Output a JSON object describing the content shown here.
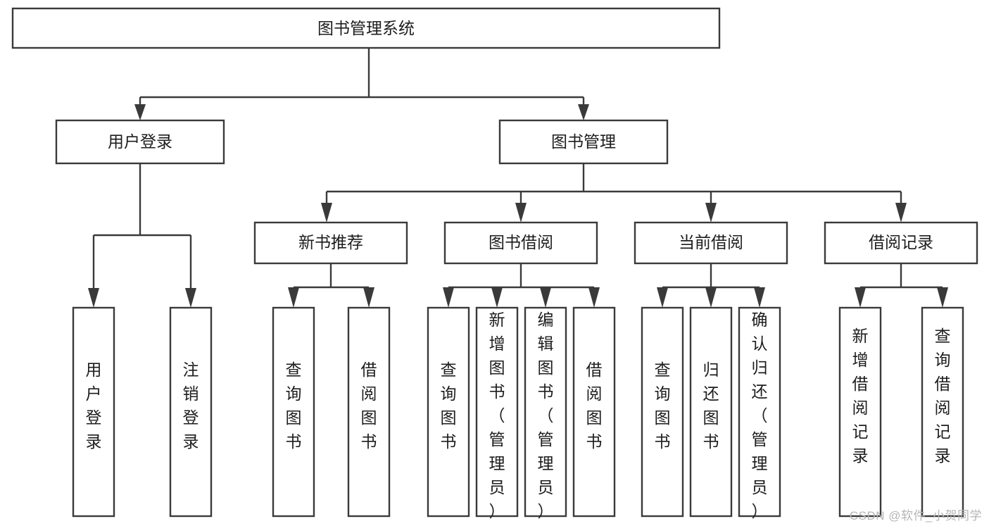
{
  "diagram": {
    "title": "图书管理系统",
    "type": "tree",
    "watermark": "CSDN @软件_小贺同学",
    "colors": {
      "box_fill": "#ffffff",
      "box_stroke": "#3a3a3a",
      "text": "#1d1d1d",
      "background": "#ffffff",
      "watermark": "#b6b6b6"
    },
    "levels": {
      "root": {
        "label": "图书管理系统"
      },
      "level2": [
        {
          "label": "用户登录"
        },
        {
          "label": "图书管理"
        }
      ],
      "level3": [
        {
          "label": "新书推荐"
        },
        {
          "label": "图书借阅"
        },
        {
          "label": "当前借阅"
        },
        {
          "label": "借阅记录"
        }
      ]
    },
    "nodes": {
      "root": "图书管理系统",
      "user_login": "用户登录",
      "book_manage": "图书管理",
      "new_book_rec": "新书推荐",
      "book_borrow": "图书借阅",
      "current_borrow": "当前借阅",
      "borrow_record": "借阅记录",
      "leaf_login_1": "用户登录",
      "leaf_login_2": "注销登录",
      "leaf_rec_1": "查询图书",
      "leaf_rec_2": "借阅图书",
      "leaf_borrow_1": "查询图书",
      "leaf_borrow_2": "新增图书（管理员）",
      "leaf_borrow_3": "编辑图书（管理员）",
      "leaf_borrow_4": "借阅图书",
      "leaf_current_1": "查询图书",
      "leaf_current_2": "归还图书",
      "leaf_current_3": "确认归还（管理员）",
      "leaf_record_1": "新增借阅记录",
      "leaf_record_2": "查询借阅记录"
    },
    "edges": [
      {
        "from": "图书管理系统",
        "to": "用户登录"
      },
      {
        "from": "图书管理系统",
        "to": "图书管理"
      },
      {
        "from": "用户登录",
        "to": "用户登录"
      },
      {
        "from": "用户登录",
        "to": "注销登录"
      },
      {
        "from": "图书管理",
        "to": "新书推荐"
      },
      {
        "from": "图书管理",
        "to": "图书借阅"
      },
      {
        "from": "图书管理",
        "to": "当前借阅"
      },
      {
        "from": "图书管理",
        "to": "借阅记录"
      },
      {
        "from": "新书推荐",
        "to": "查询图书"
      },
      {
        "from": "新书推荐",
        "to": "借阅图书"
      },
      {
        "from": "图书借阅",
        "to": "查询图书"
      },
      {
        "from": "图书借阅",
        "to": "新增图书（管理员）"
      },
      {
        "from": "图书借阅",
        "to": "编辑图书（管理员）"
      },
      {
        "from": "图书借阅",
        "to": "借阅图书"
      },
      {
        "from": "当前借阅",
        "to": "查询图书"
      },
      {
        "from": "当前借阅",
        "to": "归还图书"
      },
      {
        "from": "当前借阅",
        "to": "确认归还（管理员）"
      },
      {
        "from": "借阅记录",
        "to": "新增借阅记录"
      },
      {
        "from": "借阅记录",
        "to": "查询借阅记录"
      }
    ]
  }
}
